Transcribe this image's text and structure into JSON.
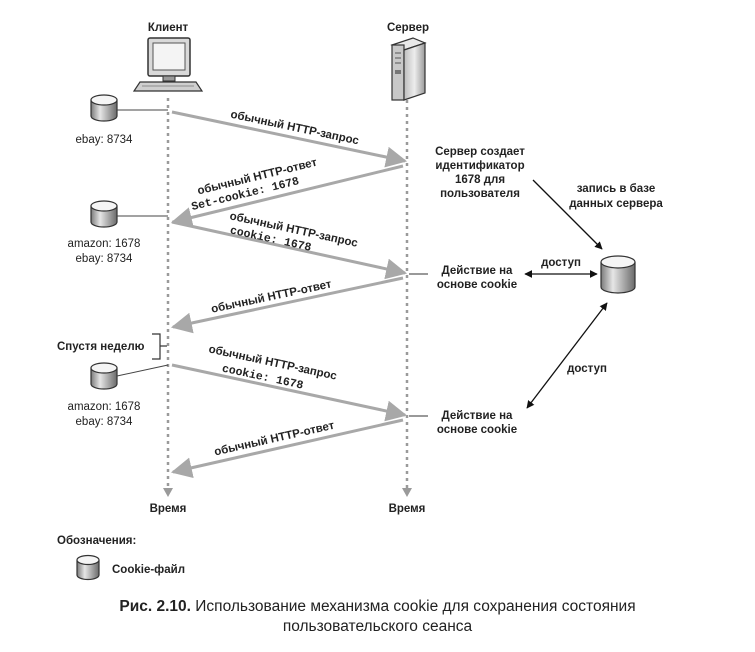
{
  "client": {
    "label": "Клиент",
    "time_label": "Время"
  },
  "server": {
    "label": "Сервер",
    "time_label": "Время"
  },
  "client_cookies": {
    "c1": [
      "ebay: 8734"
    ],
    "c2": [
      "amazon: 1678",
      "ebay: 8734"
    ],
    "c3": [
      "amazon: 1678",
      "ebay: 8734"
    ]
  },
  "messages": {
    "m1": [
      "обычный HTTP-запрос"
    ],
    "m2": [
      "обычный HTTP-ответ",
      "Set-cookie: 1678"
    ],
    "m3": [
      "обычный HTTP-запрос",
      "cookie: 1678"
    ],
    "m4": [
      "обычный HTTP-ответ"
    ],
    "m5": [
      "обычный HTTP-запрос",
      "cookie: 1678"
    ],
    "m6": [
      "обычный HTTP-ответ"
    ]
  },
  "server_notes": {
    "create": [
      "Сервер создает",
      "идентификатор",
      "1678 для",
      "пользователя"
    ],
    "action1": [
      "Действие на",
      "основе cookie"
    ],
    "action2": [
      "Действие на",
      "основе cookie"
    ]
  },
  "database": {
    "write_label": [
      "запись в базе",
      "данных сервера"
    ],
    "access1": "доступ",
    "access2": "доступ"
  },
  "week_later": "Спустя неделю",
  "legend": {
    "title": "Обозначения:",
    "cookie_file": "Cookie-файл"
  },
  "caption": {
    "fig": "Рис. 2.10.",
    "line1": "Использование механизма cookie для сохранения состояния",
    "line2": "пользовательского сеанса"
  },
  "colors": {
    "arrow": "#a8a8a8",
    "timeline": "#9a9a9a",
    "text": "#222222"
  }
}
